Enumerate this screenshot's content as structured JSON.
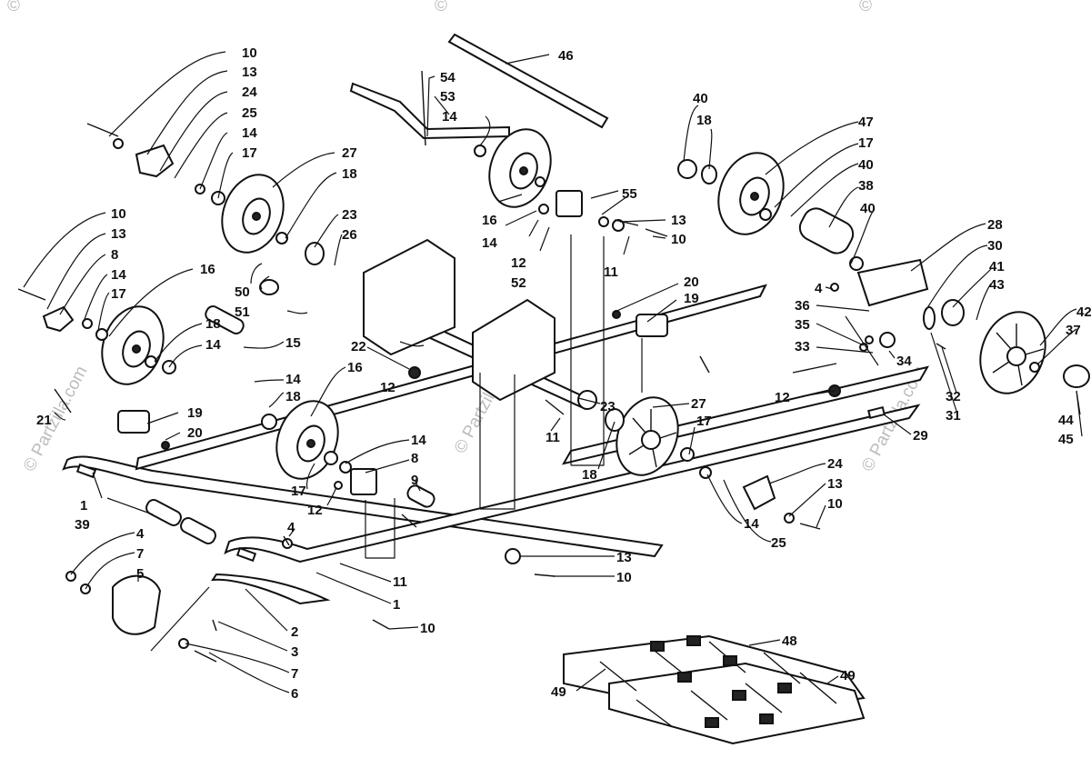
{
  "watermark": {
    "text": "© Partzilla.com",
    "top_fragment_1": "©",
    "top_fragment_2": "©",
    "top_fragment_3": "©",
    "center_fragment": "© Partzilla.",
    "right_fragment": "© Partzilla.com"
  },
  "callouts": [
    "10",
    "13",
    "24",
    "25",
    "14",
    "17",
    "27",
    "18",
    "23",
    "26",
    "10",
    "13",
    "8",
    "14",
    "17",
    "16",
    "50",
    "51",
    "18",
    "14",
    "54",
    "53",
    "14",
    "16",
    "14",
    "12",
    "52",
    "55",
    "13",
    "10",
    "11",
    "46",
    "40",
    "18",
    "47",
    "17",
    "40",
    "38",
    "40",
    "20",
    "19",
    "22",
    "12",
    "23",
    "11",
    "15",
    "14",
    "18",
    "21",
    "19",
    "20",
    "16",
    "14",
    "8",
    "9",
    "17",
    "12",
    "4",
    "1",
    "39",
    "4",
    "7",
    "5",
    "3",
    "2",
    "6",
    "7",
    "11",
    "1",
    "10",
    "13",
    "10",
    "18",
    "27",
    "17",
    "14",
    "25",
    "24",
    "13",
    "10",
    "28",
    "30",
    "4",
    "36",
    "35",
    "33",
    "34",
    "41",
    "43",
    "42",
    "37",
    "32",
    "31",
    "44",
    "45",
    "12",
    "29",
    "48",
    "49",
    "49"
  ]
}
